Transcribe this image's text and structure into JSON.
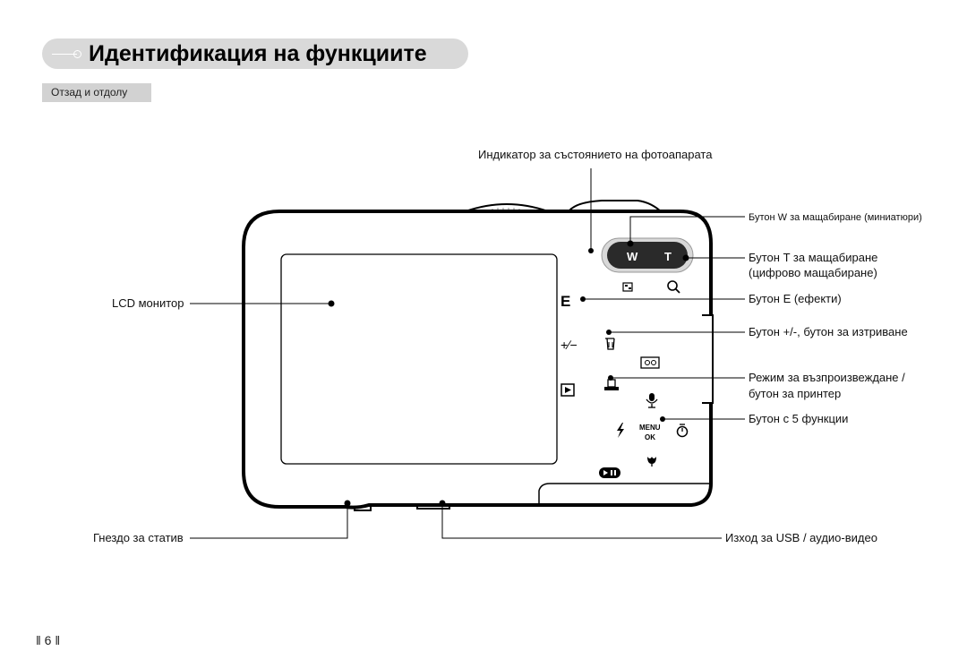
{
  "header": {
    "title": "Идентификация на функциите",
    "subtitle": "Отзад и отдолу"
  },
  "camera": {
    "button_e": "E",
    "button_w": "W",
    "button_t": "T",
    "menu_label": "MENU",
    "ok_label": "OK"
  },
  "labels": {
    "status_indicator": "Индикатор за състоянието на фотоапарата",
    "zoom_w": "Бутон W за мащабиране (миниатюри)",
    "zoom_t_line1": "Бутон T за мащабиране",
    "zoom_t_line2": "(цифрово мащабиране)",
    "effects": "Бутон E (ефекти)",
    "plus_minus": "Бутон +/-, бутон за изтриване",
    "playback_line1": "Режим за възпроизвеждане /",
    "playback_line2": "бутон за принтер",
    "five_function": "Бутон с 5 функции",
    "lcd": "LCD монитор",
    "tripod": "Гнездо за статив",
    "usb": "Изход за USB / аудио-видео"
  },
  "page": {
    "number": "‖ 6 ‖"
  },
  "colors": {
    "title_bar": "#d9d9d9",
    "subtitle_box": "#d2d2d2",
    "zoom_lever": "#2a2a2a"
  }
}
